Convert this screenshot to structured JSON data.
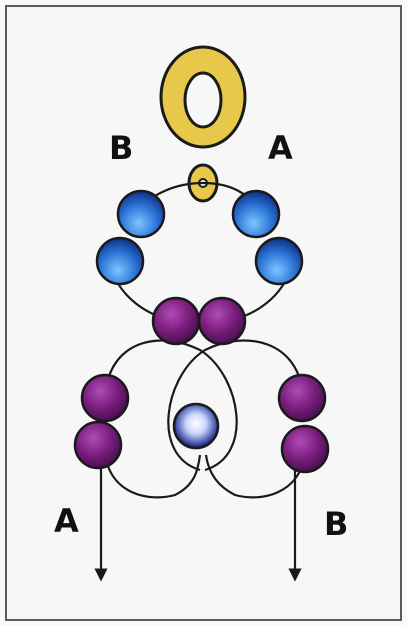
{
  "labels": {
    "top_left": "B",
    "top_right": "A",
    "bottom_left": "A",
    "bottom_right": "B"
  },
  "colors": {
    "background": "#f7f7f7",
    "border": "#5a5a5a",
    "thread": "#1a1a1a",
    "gold": "#e7c84b",
    "blue_bead": "#1f63c9",
    "purple_bead": "#7a1e7e",
    "center_bead": "#1a2a7a"
  }
}
